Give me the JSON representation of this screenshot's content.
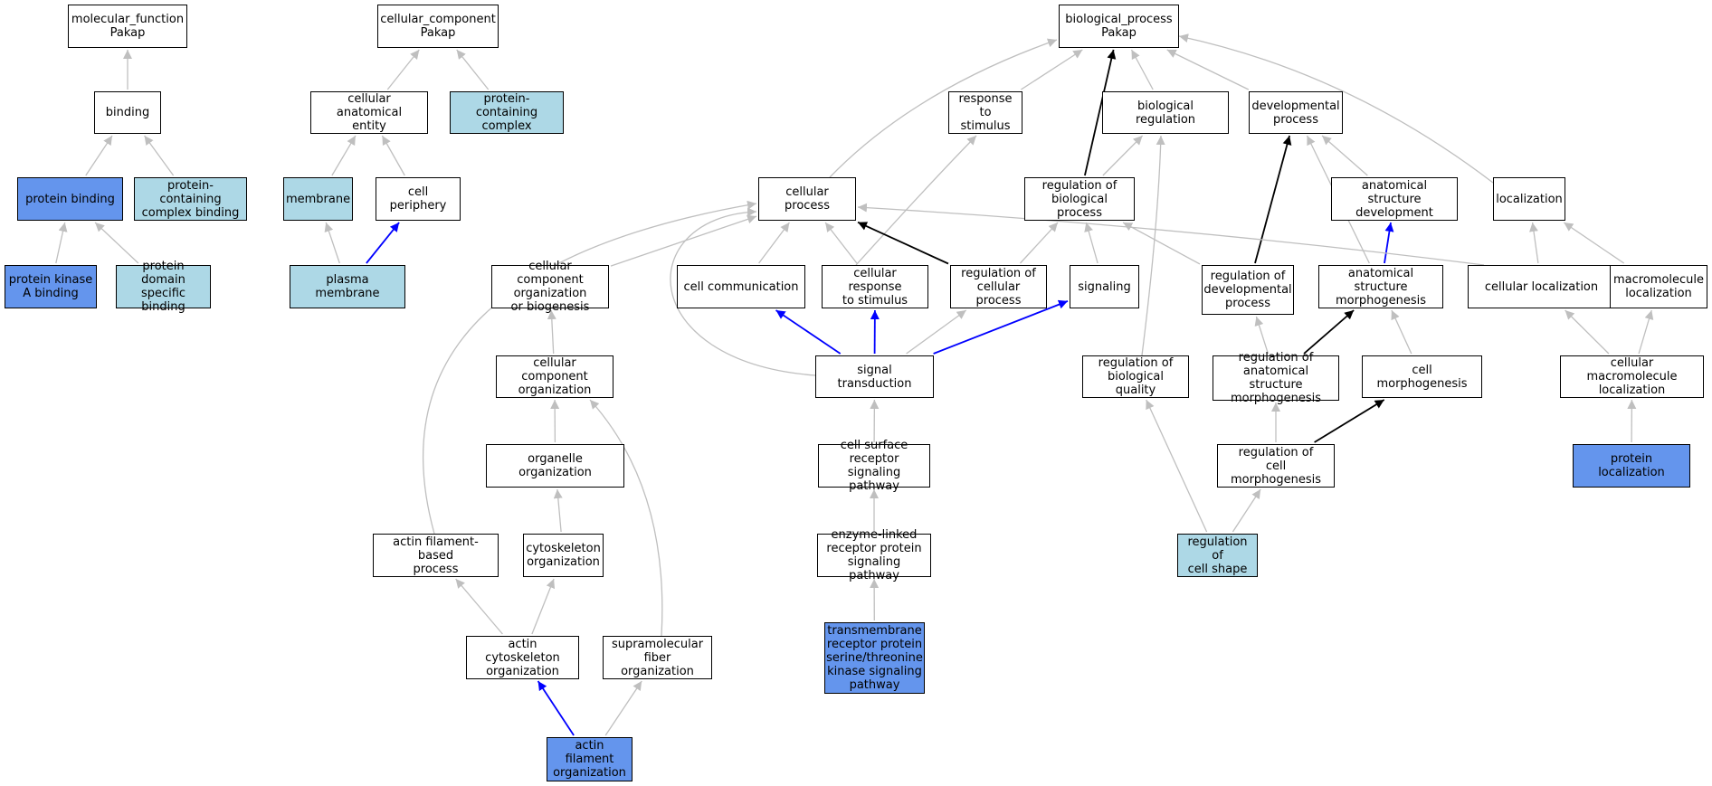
{
  "colors": {
    "default_fill": "#ffffff",
    "light_blue_fill": "#add8e6",
    "cornflower_fill": "#6495ed",
    "gray_edge": "#bfbfbf",
    "black_edge": "#000000",
    "blue_edge": "#0000ff"
  },
  "nodes": [
    {
      "id": "mf_pakap",
      "label": "molecular_function\nPakap",
      "fill": "#ffffff"
    },
    {
      "id": "binding",
      "label": "binding",
      "fill": "#ffffff"
    },
    {
      "id": "protein_binding",
      "label": "protein binding",
      "fill": "#6495ed"
    },
    {
      "id": "protein_complex_binding",
      "label": "protein-containing\ncomplex binding",
      "fill": "#add8e6"
    },
    {
      "id": "pka_binding",
      "label": "protein kinase\nA binding",
      "fill": "#6495ed"
    },
    {
      "id": "domain_binding",
      "label": "protein domain\nspecific binding",
      "fill": "#add8e6"
    },
    {
      "id": "cc_pakap",
      "label": "cellular_component\nPakap",
      "fill": "#ffffff"
    },
    {
      "id": "cell_anat_entity",
      "label": "cellular anatomical\nentity",
      "fill": "#ffffff"
    },
    {
      "id": "protein_complex",
      "label": "protein-containing\ncomplex",
      "fill": "#add8e6"
    },
    {
      "id": "membrane",
      "label": "membrane",
      "fill": "#add8e6"
    },
    {
      "id": "cell_periphery",
      "label": "cell periphery",
      "fill": "#ffffff"
    },
    {
      "id": "plasma_membrane",
      "label": "plasma membrane",
      "fill": "#add8e6"
    },
    {
      "id": "bp_pakap",
      "label": "biological_process\nPakap",
      "fill": "#ffffff"
    },
    {
      "id": "response_stimulus",
      "label": "response to\nstimulus",
      "fill": "#ffffff"
    },
    {
      "id": "bio_regulation",
      "label": "biological regulation",
      "fill": "#ffffff"
    },
    {
      "id": "dev_process",
      "label": "developmental\nprocess",
      "fill": "#ffffff"
    },
    {
      "id": "cellular_process",
      "label": "cellular process",
      "fill": "#ffffff"
    },
    {
      "id": "reg_bio_process",
      "label": "regulation of\nbiological process",
      "fill": "#ffffff"
    },
    {
      "id": "anat_struct_dev",
      "label": "anatomical structure\ndevelopment",
      "fill": "#ffffff"
    },
    {
      "id": "localization",
      "label": "localization",
      "fill": "#ffffff"
    },
    {
      "id": "cc_org_biogenesis",
      "label": "cellular component\norganization\nor biogenesis",
      "fill": "#ffffff"
    },
    {
      "id": "cell_communication",
      "label": "cell communication",
      "fill": "#ffffff"
    },
    {
      "id": "cell_response_stimulus",
      "label": "cellular response\nto stimulus",
      "fill": "#ffffff"
    },
    {
      "id": "reg_cell_process",
      "label": "regulation of\ncellular process",
      "fill": "#ffffff"
    },
    {
      "id": "signaling",
      "label": "signaling",
      "fill": "#ffffff"
    },
    {
      "id": "reg_dev_process",
      "label": "regulation of\ndevelopmental\nprocess",
      "fill": "#ffffff"
    },
    {
      "id": "anat_struct_morph",
      "label": "anatomical structure\nmorphogenesis",
      "fill": "#ffffff"
    },
    {
      "id": "cell_localization",
      "label": "cellular localization",
      "fill": "#ffffff"
    },
    {
      "id": "macromol_localization",
      "label": "macromolecule\nlocalization",
      "fill": "#ffffff"
    },
    {
      "id": "cc_organization",
      "label": "cellular component\norganization",
      "fill": "#ffffff"
    },
    {
      "id": "signal_transduction",
      "label": "signal transduction",
      "fill": "#ffffff"
    },
    {
      "id": "reg_bio_quality",
      "label": "regulation of\nbiological quality",
      "fill": "#ffffff"
    },
    {
      "id": "reg_anat_struct_morph",
      "label": "regulation of\nanatomical structure\nmorphogenesis",
      "fill": "#ffffff"
    },
    {
      "id": "cell_morphogenesis",
      "label": "cell morphogenesis",
      "fill": "#ffffff"
    },
    {
      "id": "cell_macromol_localization",
      "label": "cellular macromolecule\nlocalization",
      "fill": "#ffffff"
    },
    {
      "id": "organelle_organization",
      "label": "organelle organization",
      "fill": "#ffffff"
    },
    {
      "id": "cell_surface_receptor",
      "label": "cell surface\nreceptor signaling\npathway",
      "fill": "#ffffff"
    },
    {
      "id": "reg_cell_morph",
      "label": "regulation of\ncell morphogenesis",
      "fill": "#ffffff"
    },
    {
      "id": "protein_localization",
      "label": "protein localization",
      "fill": "#6495ed"
    },
    {
      "id": "actin_filament_based",
      "label": "actin filament-based\nprocess",
      "fill": "#ffffff"
    },
    {
      "id": "cytoskeleton_org",
      "label": "cytoskeleton\norganization",
      "fill": "#ffffff"
    },
    {
      "id": "enzyme_linked",
      "label": "enzyme-linked\nreceptor protein\nsignaling pathway",
      "fill": "#ffffff"
    },
    {
      "id": "reg_cell_shape",
      "label": "regulation of\ncell shape",
      "fill": "#add8e6"
    },
    {
      "id": "actin_cytoskeleton_org",
      "label": "actin cytoskeleton\norganization",
      "fill": "#ffffff"
    },
    {
      "id": "supramolecular_fiber",
      "label": "supramolecular\nfiber organization",
      "fill": "#ffffff"
    },
    {
      "id": "transmembrane_receptor",
      "label": "transmembrane\nreceptor protein\nserine/threonine\nkinase signaling\npathway",
      "fill": "#6495ed"
    },
    {
      "id": "actin_filament_org",
      "label": "actin filament\norganization",
      "fill": "#6495ed"
    }
  ],
  "edges": [
    {
      "from": "binding",
      "to": "mf_pakap",
      "color": "#bfbfbf"
    },
    {
      "from": "protein_binding",
      "to": "binding",
      "color": "#bfbfbf"
    },
    {
      "from": "protein_complex_binding",
      "to": "binding",
      "color": "#bfbfbf"
    },
    {
      "from": "pka_binding",
      "to": "protein_binding",
      "color": "#bfbfbf"
    },
    {
      "from": "domain_binding",
      "to": "protein_binding",
      "color": "#bfbfbf"
    },
    {
      "from": "cell_anat_entity",
      "to": "cc_pakap",
      "color": "#bfbfbf"
    },
    {
      "from": "protein_complex",
      "to": "cc_pakap",
      "color": "#bfbfbf"
    },
    {
      "from": "membrane",
      "to": "cell_anat_entity",
      "color": "#bfbfbf"
    },
    {
      "from": "cell_periphery",
      "to": "cell_anat_entity",
      "color": "#bfbfbf"
    },
    {
      "from": "plasma_membrane",
      "to": "membrane",
      "color": "#bfbfbf"
    },
    {
      "from": "plasma_membrane",
      "to": "cell_periphery",
      "color": "#0000ff"
    },
    {
      "from": "response_stimulus",
      "to": "bp_pakap",
      "color": "#bfbfbf"
    },
    {
      "from": "bio_regulation",
      "to": "bp_pakap",
      "color": "#bfbfbf"
    },
    {
      "from": "dev_process",
      "to": "bp_pakap",
      "color": "#bfbfbf"
    },
    {
      "from": "cellular_process",
      "to": "bp_pakap",
      "color": "#bfbfbf"
    },
    {
      "from": "localization",
      "to": "bp_pakap",
      "color": "#bfbfbf"
    },
    {
      "from": "reg_bio_process",
      "to": "bp_pakap",
      "color": "#000000"
    },
    {
      "from": "reg_bio_process",
      "to": "bio_regulation",
      "color": "#bfbfbf"
    },
    {
      "from": "anat_struct_dev",
      "to": "dev_process",
      "color": "#bfbfbf"
    },
    {
      "from": "cc_org_biogenesis",
      "to": "cellular_process",
      "color": "#bfbfbf"
    },
    {
      "from": "cell_communication",
      "to": "cellular_process",
      "color": "#bfbfbf"
    },
    {
      "from": "cell_response_stimulus",
      "to": "cellular_process",
      "color": "#bfbfbf"
    },
    {
      "from": "cell_response_stimulus",
      "to": "response_stimulus",
      "color": "#bfbfbf"
    },
    {
      "from": "reg_cell_process",
      "to": "cellular_process",
      "color": "#000000"
    },
    {
      "from": "reg_cell_process",
      "to": "reg_bio_process",
      "color": "#bfbfbf"
    },
    {
      "from": "signaling",
      "to": "reg_bio_process",
      "color": "#bfbfbf"
    },
    {
      "from": "reg_dev_process",
      "to": "reg_bio_process",
      "color": "#bfbfbf"
    },
    {
      "from": "reg_dev_process",
      "to": "dev_process",
      "color": "#000000"
    },
    {
      "from": "anat_struct_morph",
      "to": "dev_process",
      "color": "#bfbfbf"
    },
    {
      "from": "anat_struct_morph",
      "to": "anat_struct_dev",
      "color": "#0000ff"
    },
    {
      "from": "cell_localization",
      "to": "localization",
      "color": "#bfbfbf"
    },
    {
      "from": "cell_localization",
      "to": "cellular_process",
      "color": "#bfbfbf"
    },
    {
      "from": "macromol_localization",
      "to": "localization",
      "color": "#bfbfbf"
    },
    {
      "from": "cc_organization",
      "to": "cc_org_biogenesis",
      "color": "#bfbfbf"
    },
    {
      "from": "signal_transduction",
      "to": "cell_communication",
      "color": "#0000ff"
    },
    {
      "from": "signal_transduction",
      "to": "cell_response_stimulus",
      "color": "#0000ff"
    },
    {
      "from": "signal_transduction",
      "to": "reg_cell_process",
      "color": "#bfbfbf"
    },
    {
      "from": "signal_transduction",
      "to": "signaling",
      "color": "#0000ff"
    },
    {
      "from": "signal_transduction",
      "to": "cellular_process",
      "color": "#bfbfbf"
    },
    {
      "from": "reg_bio_quality",
      "to": "bio_regulation",
      "color": "#bfbfbf"
    },
    {
      "from": "reg_anat_struct_morph",
      "to": "reg_dev_process",
      "color": "#bfbfbf"
    },
    {
      "from": "reg_anat_struct_morph",
      "to": "anat_struct_morph",
      "color": "#000000"
    },
    {
      "from": "cell_morphogenesis",
      "to": "anat_struct_morph",
      "color": "#bfbfbf"
    },
    {
      "from": "cell_macromol_localization",
      "to": "cell_localization",
      "color": "#bfbfbf"
    },
    {
      "from": "cell_macromol_localization",
      "to": "macromol_localization",
      "color": "#bfbfbf"
    },
    {
      "from": "organelle_organization",
      "to": "cc_organization",
      "color": "#bfbfbf"
    },
    {
      "from": "cell_surface_receptor",
      "to": "signal_transduction",
      "color": "#bfbfbf"
    },
    {
      "from": "reg_cell_morph",
      "to": "reg_anat_struct_morph",
      "color": "#bfbfbf"
    },
    {
      "from": "reg_cell_morph",
      "to": "cell_morphogenesis",
      "color": "#000000"
    },
    {
      "from": "protein_localization",
      "to": "cell_macromol_localization",
      "color": "#bfbfbf"
    },
    {
      "from": "actin_filament_based",
      "to": "cellular_process",
      "color": "#bfbfbf"
    },
    {
      "from": "cytoskeleton_org",
      "to": "organelle_organization",
      "color": "#bfbfbf"
    },
    {
      "from": "enzyme_linked",
      "to": "cell_surface_receptor",
      "color": "#bfbfbf"
    },
    {
      "from": "reg_cell_shape",
      "to": "reg_bio_quality",
      "color": "#bfbfbf"
    },
    {
      "from": "reg_cell_shape",
      "to": "reg_cell_morph",
      "color": "#bfbfbf"
    },
    {
      "from": "actin_cytoskeleton_org",
      "to": "actin_filament_based",
      "color": "#bfbfbf"
    },
    {
      "from": "actin_cytoskeleton_org",
      "to": "cytoskeleton_org",
      "color": "#bfbfbf"
    },
    {
      "from": "supramolecular_fiber",
      "to": "cc_organization",
      "color": "#bfbfbf"
    },
    {
      "from": "transmembrane_receptor",
      "to": "enzyme_linked",
      "color": "#bfbfbf"
    },
    {
      "from": "actin_filament_org",
      "to": "actin_cytoskeleton_org",
      "color": "#0000ff"
    },
    {
      "from": "actin_filament_org",
      "to": "supramolecular_fiber",
      "color": "#bfbfbf"
    }
  ]
}
